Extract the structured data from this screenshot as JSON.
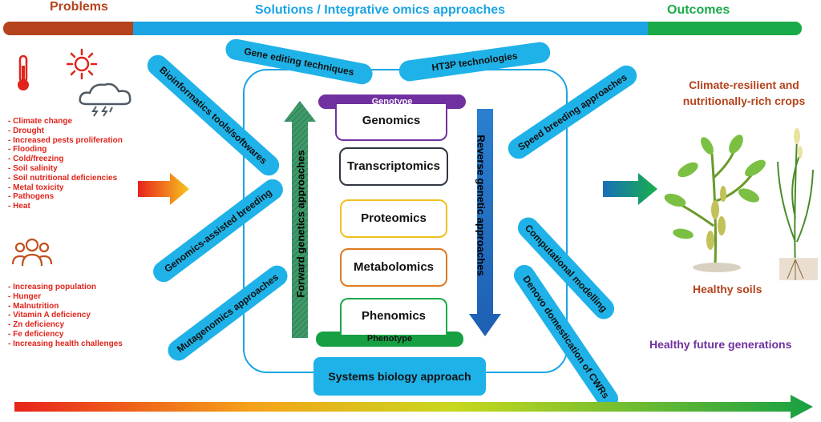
{
  "header": {
    "problems": "Problems",
    "solutions": "Solutions / Integrative  omics approaches",
    "outcomes": "Outcomes"
  },
  "problems_env": [
    "Climate change",
    "Drought",
    "Increased pests proliferation",
    "Flooding",
    "Cold/freezing",
    "Soil salinity",
    "Soil nutritional deficiencies",
    "Metal toxicity",
    "Pathogens",
    "Heat"
  ],
  "problems_human": [
    "Increasing population",
    "Hunger",
    "Malnutrition",
    "Vitamin A deficiency",
    "Zn deficiency",
    "Fe deficiency",
    "Increasing health challenges"
  ],
  "tools": {
    "gene_editing": "Gene editing techniques",
    "ht3p": "HT3P technologies",
    "bioinformatics": "Bioinformatics tools/softwares",
    "speed_breeding": "Speed breeding approaches",
    "genomics_assisted": "Genomics-assisted breeding",
    "computational": "Computational modelling",
    "mutagenomics": "Mutagenomics approaches",
    "denovo": "Denovo domestication of CWRs",
    "systems_biology": "Systems biology approach"
  },
  "core": {
    "genotype": "Genotype",
    "phenotype": "Phenotype",
    "forward": "Forward genetics approaches",
    "reverse": "Reverse genetic approaches",
    "omics": [
      "Genomics",
      "Transcriptomics",
      "Proteomics",
      "Metabolomics",
      "Phenomics"
    ]
  },
  "outcomes": {
    "crops": "Climate-resilient and nutritionally-rich crops",
    "soils": "Healthy soils",
    "generations": "Healthy future generations"
  },
  "colors": {
    "problems": "#b5431c",
    "solutions": "#1ba4e4",
    "outcomes": "#1aaa4a",
    "pill": "#1fb2e8",
    "genotype": "#7030a0",
    "phenotype": "#17a043",
    "genomics_border": "#7030a0",
    "transcriptomics_border": "#2f3640",
    "proteomics_border": "#f0c020",
    "metabolomics_border": "#e07a1f",
    "phenomics_border": "#1aaa4a"
  },
  "icons": [
    "thermometer-icon",
    "sun-icon",
    "storm-cloud-icon",
    "people-icon",
    "plant-illustration"
  ]
}
